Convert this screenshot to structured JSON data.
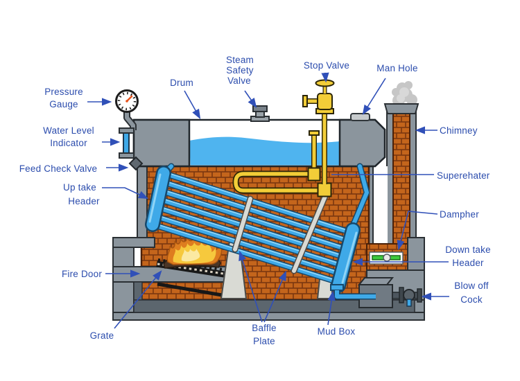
{
  "labels": {
    "pressure_gauge": {
      "line1": "Pressure",
      "line2": "Gauge"
    },
    "water_level_indicator": {
      "line1": "Water Level",
      "line2": "Indicator"
    },
    "feed_check_valve": {
      "line1": "Feed Check Valve"
    },
    "up_take_header": {
      "line1": "Up take",
      "line2": "Header"
    },
    "fire_door": {
      "line1": "Fire Door"
    },
    "grate": {
      "line1": "Grate"
    },
    "drum": {
      "line1": "Drum"
    },
    "steam_safety_valve": {
      "line1": "Steam",
      "line2": "Safety",
      "line3": "Valve"
    },
    "stop_valve": {
      "line1": "Stop Valve"
    },
    "man_hole": {
      "line1": "Man Hole"
    },
    "chimney": {
      "line1": "Chimney"
    },
    "superheater": {
      "line1": "Superehater"
    },
    "dampher": {
      "line1": "Dampher"
    },
    "down_take_header": {
      "line1": "Down take",
      "line2": "Header"
    },
    "blow_off_cock": {
      "line1": "Blow off",
      "line2": "Cock"
    },
    "baffle_plate": {
      "line1": "Baffle",
      "line2": "Plate"
    },
    "mud_box": {
      "line1": "Mud Box"
    }
  },
  "colors": {
    "label_text": "#2b4cad",
    "leader_line": "#3050b8",
    "brick": "#c4651c",
    "mortar": "#7a3710",
    "casing_gray": "#8b959d",
    "casing_dark": "#5c666e",
    "outline": "#2a2f33",
    "water": "#4fb4ef",
    "tube_blue": "#3fa9e8",
    "pipe_yellow": "#f2cd38",
    "flame_orange": "#de7d1f",
    "flame_yellow": "#f6c93d",
    "damper_green": "#3ecb3e",
    "smoke_gray": "#c6c6c6",
    "baffle_gray": "#d9dad4",
    "gauge_needle": "#e8541e"
  }
}
